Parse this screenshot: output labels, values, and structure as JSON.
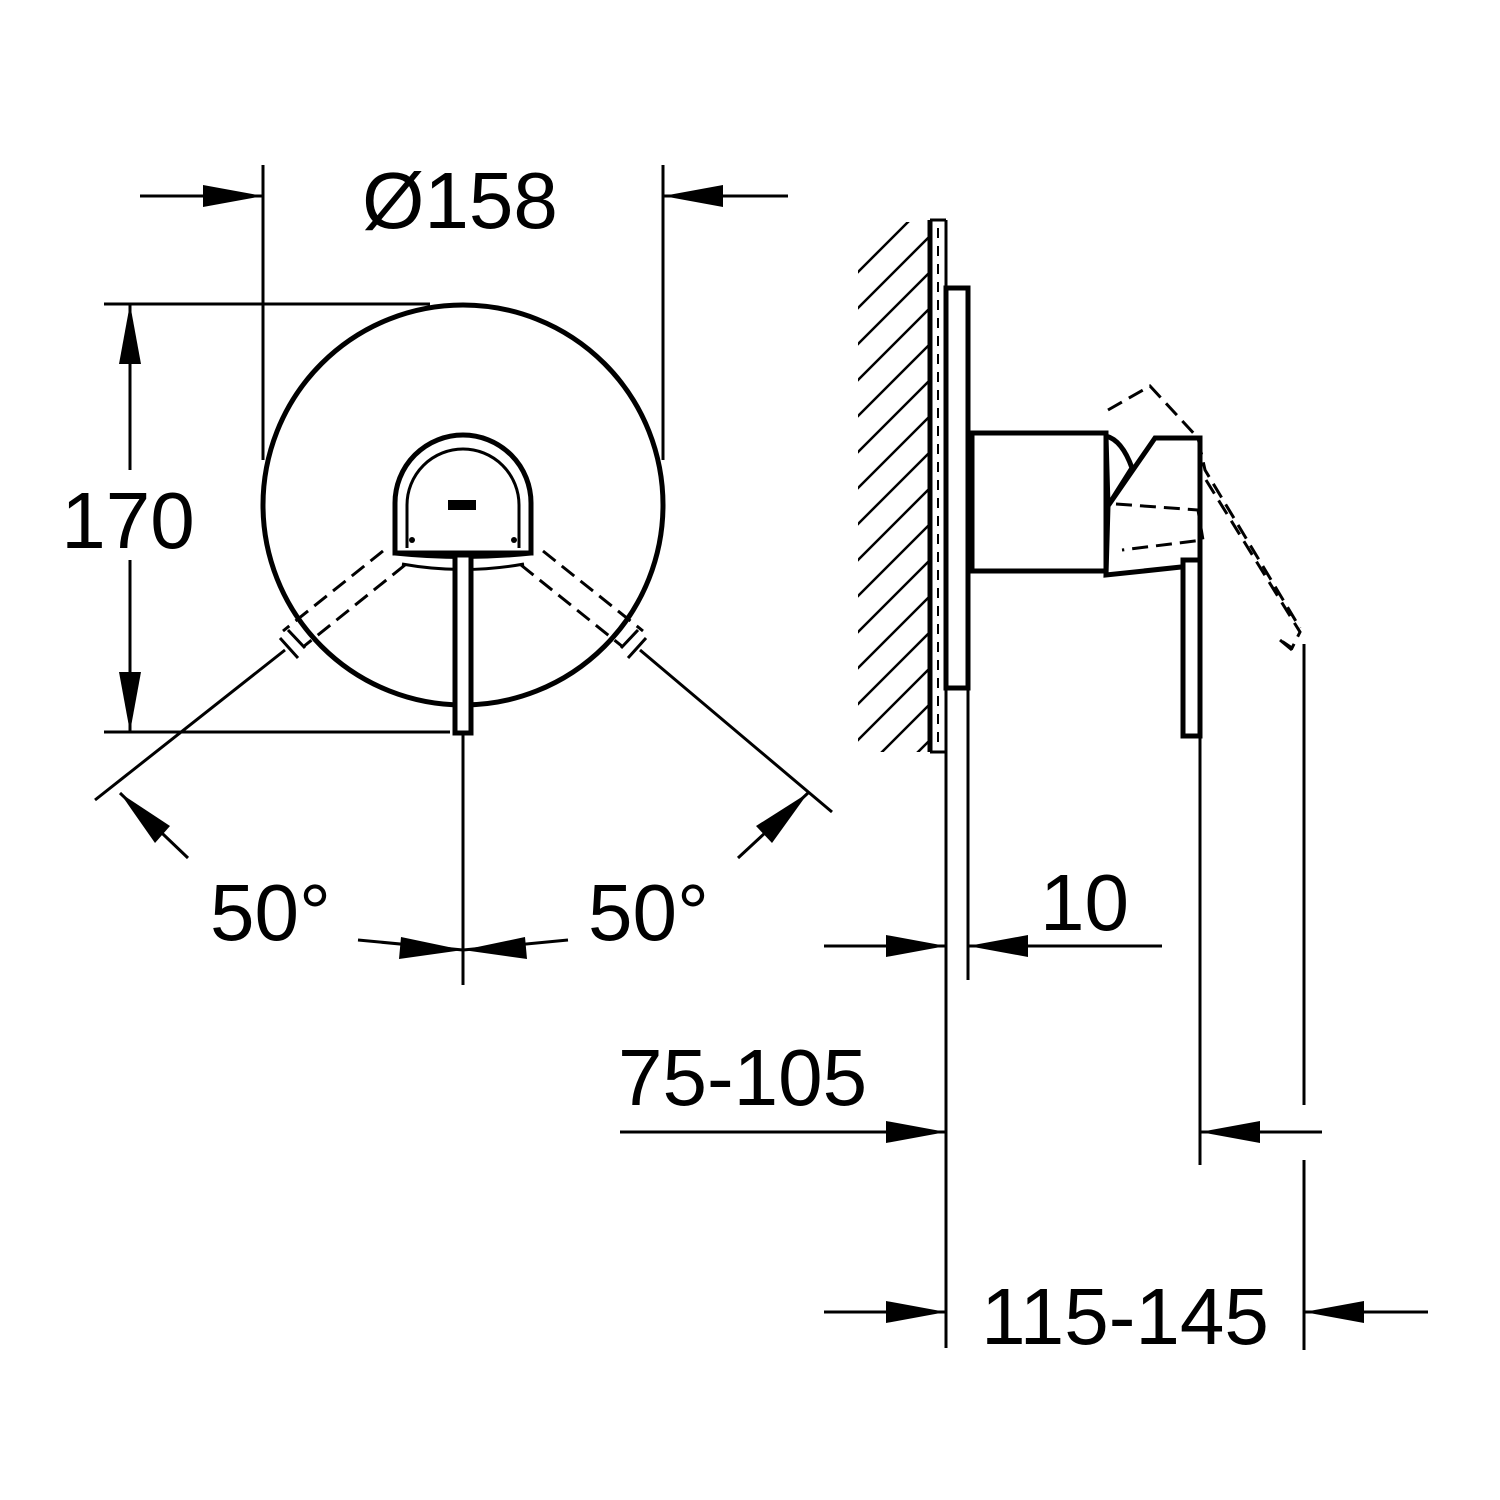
{
  "drawing": {
    "front_view": {
      "diameter_label": "Ø158",
      "height_label": "170",
      "angle_left_label": "50°",
      "angle_right_label": "50°"
    },
    "side_view": {
      "rosette_depth_label": "10",
      "install_depth_label": "75-105",
      "total_depth_label": "115-145"
    }
  }
}
